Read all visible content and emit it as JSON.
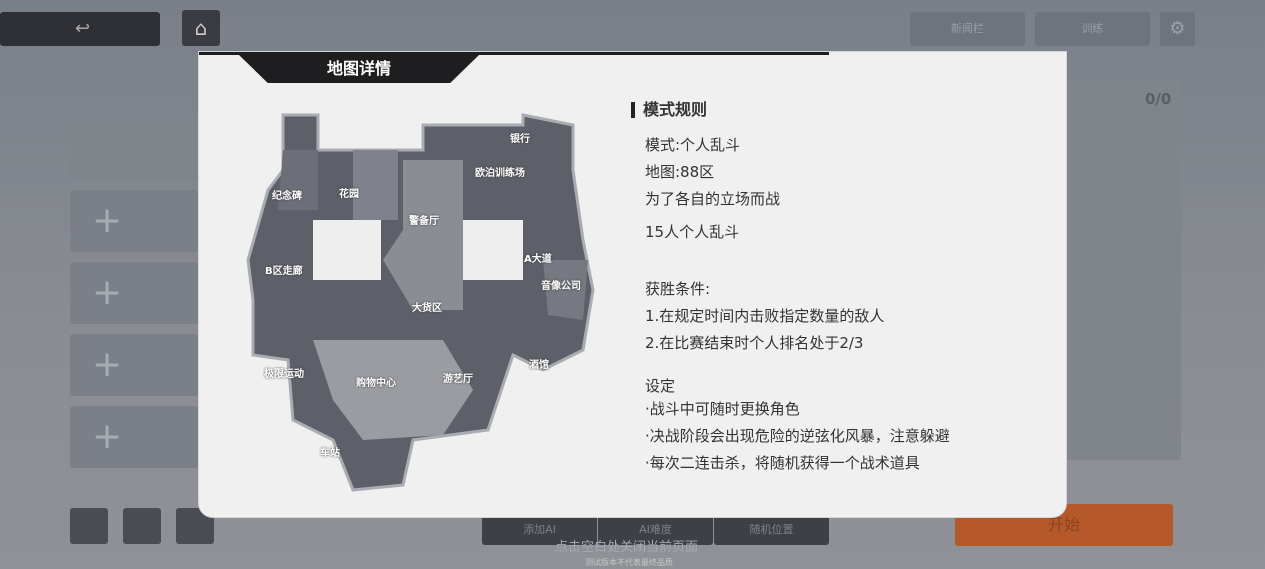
{
  "background": {
    "top_buttons": [
      "新闻栏",
      "训练"
    ],
    "score": "0/0",
    "bottom_buttons": [
      "添加AI",
      "AI难度",
      "随机位置"
    ],
    "start": "开始",
    "plus": "+"
  },
  "modal": {
    "title": "地图详情",
    "map_labels": [
      "银行",
      "纪念碑",
      "花园",
      "欧泊训练场",
      "警备厅",
      "B区走廊",
      "A大道",
      "音像公司",
      "大货区",
      "酒馆",
      "极限运动",
      "购物中心",
      "游艺厅",
      "车站"
    ],
    "rules_heading": "模式规则",
    "lines": [
      "模式:个人乱斗",
      "地图:88区",
      "为了各自的立场而战",
      "15人个人乱斗"
    ],
    "win_heading": "获胜条件:",
    "win": [
      "1.在规定时间内击败指定数量的敌人",
      "2.在比赛结束时个人排名处于2/3"
    ],
    "settings_heading": "设定",
    "settings": [
      "·战斗中可随时更换角色",
      "·决战阶段会出现危险的逆弦化风暴，注意躲避",
      "·每次二连击杀，将随机获得一个战术道具"
    ]
  },
  "hint": "点击空白处关闭当前页面",
  "version": "测试版本不代表最终品质"
}
